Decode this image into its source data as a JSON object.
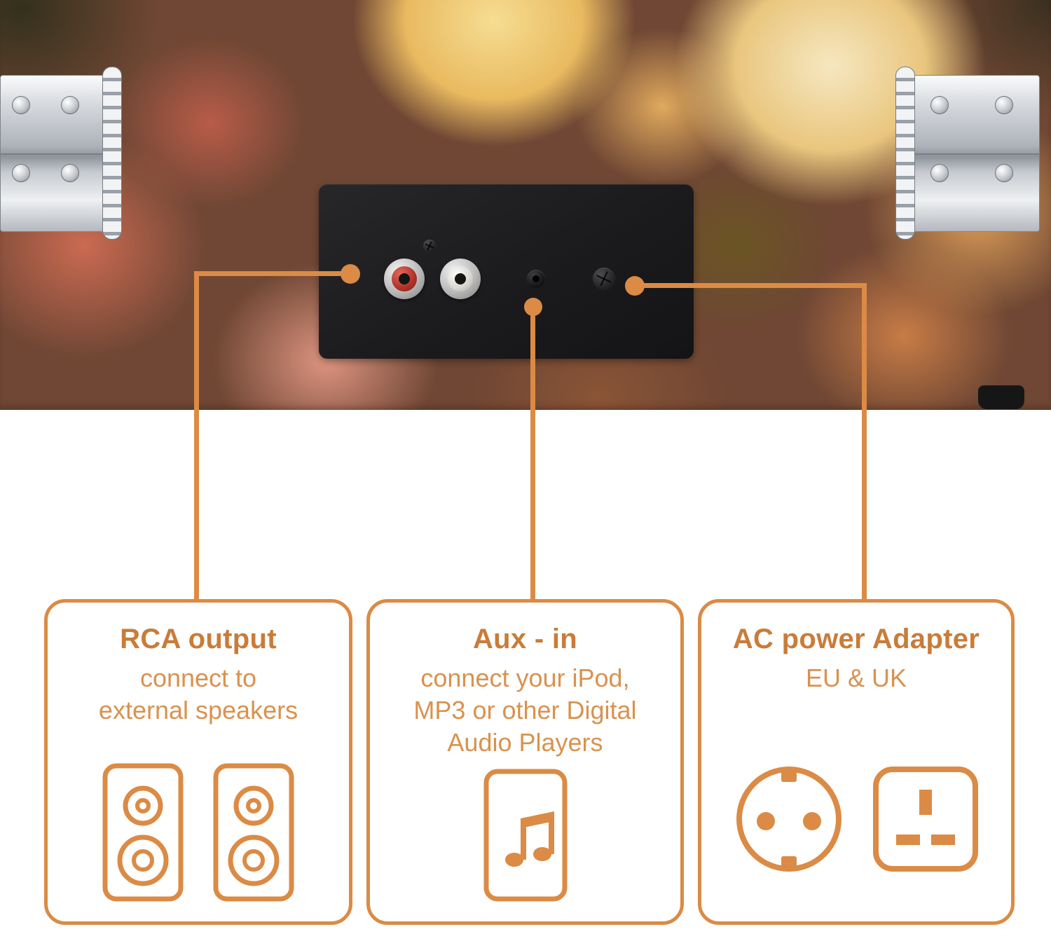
{
  "theme": {
    "accent": "#DB8B45",
    "title_color": "#C97C39",
    "body_color": "#D9924E"
  },
  "photo": {
    "ports": [
      "rca-output-left",
      "rca-output-right",
      "aux-in-jack",
      "power-jack"
    ],
    "hardware": [
      "hinge-left",
      "hinge-right",
      "panel-screw"
    ]
  },
  "callouts": [
    {
      "title": "RCA output",
      "body": "connect to\nexternal speakers",
      "icons": [
        "speaker-icon",
        "speaker-icon"
      ]
    },
    {
      "title": "Aux - in",
      "body": "connect your iPod,\nMP3 or other Digital\nAudio Players",
      "icons": [
        "music-player-icon"
      ]
    },
    {
      "title": "AC power Adapter",
      "body": "EU & UK",
      "icons": [
        "eu-socket-icon",
        "uk-socket-icon"
      ]
    }
  ]
}
